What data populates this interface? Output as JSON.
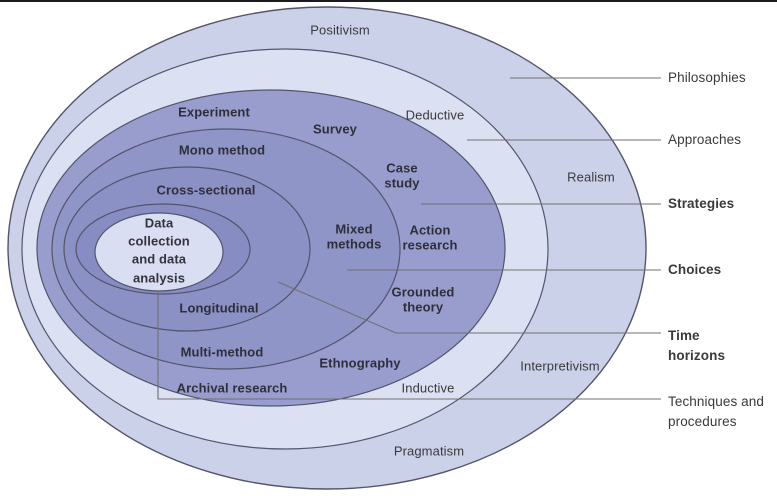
{
  "diagram": {
    "background": "#ffffff",
    "ellipse_stroke": "#54546b",
    "leader_color": "#707070",
    "text_color": "#3a3a3a"
  },
  "rings": {
    "philosophies": {
      "fill": "#ccd1ea",
      "items": {
        "positivism": "Positivism",
        "realism": "Realism",
        "interpretivism": "Interpretivism",
        "pragmatism": "Pragmatism"
      }
    },
    "approaches": {
      "fill": "#dce0f3",
      "items": {
        "deductive": "Deductive",
        "inductive": "Inductive"
      }
    },
    "strategies": {
      "fill": "#999dce",
      "items": {
        "experiment": "Experiment",
        "survey": "Survey",
        "case_study": "Case\nstudy",
        "action_research": "Action\nresearch",
        "grounded_theory": "Grounded\ntheory",
        "ethnography": "Ethnography",
        "archival_research": "Archival research"
      }
    },
    "choices": {
      "fill": "#9095c8",
      "items": {
        "mono_method": "Mono method",
        "mixed_methods": "Mixed\nmethods",
        "multi_method": "Multi-method"
      }
    },
    "time_horizons": {
      "fill": "#8b90c5",
      "items": {
        "cross_sectional": "Cross-sectional",
        "longitudinal": "Longitudinal"
      }
    },
    "techniques": {
      "fill": "#878cc2"
    },
    "core": {
      "fill": "#dadef2",
      "label": "Data\ncollection\nand data\nanalysis"
    }
  },
  "side_labels": {
    "philosophies": "Philosophies",
    "approaches": "Approaches",
    "strategies": "Strategies",
    "choices": "Choices",
    "time_horizons": "Time\nhorizons",
    "techniques": "Techniques and\nprocedures"
  }
}
